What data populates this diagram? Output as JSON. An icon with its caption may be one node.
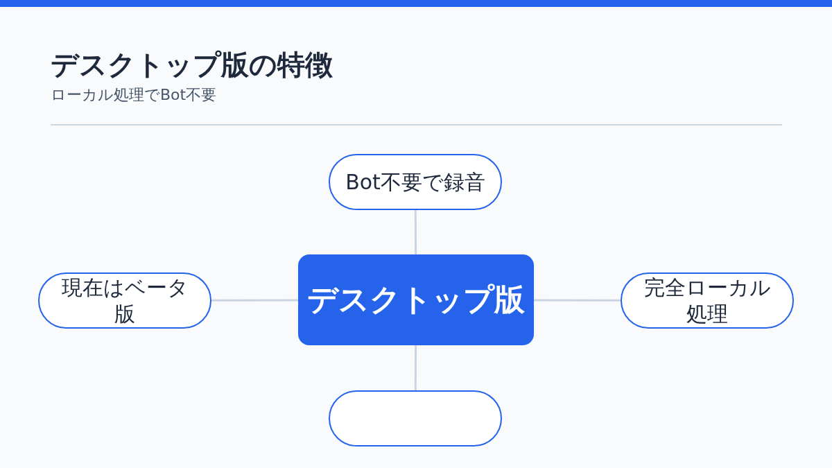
{
  "diagram": {
    "title": "デスクトップ版の特徴",
    "caption": "ローカル処理でBot不要",
    "nodes": [
      {
        "text": [
          "Bot不要で録音"
        ]
      },
      {
        "text": [
          "現在はベータ版"
        ]
      },
      {
        "text": [
          "デスクトップ版"
        ]
      },
      {
        "text": [
          "完全ローカル処理"
        ]
      },
      {
        "text": [],
        "shape": "box"
      }
    ],
    "edges": [
      {
        "from": 2,
        "to": 0,
        "arrow": "none"
      },
      {
        "from": 2,
        "to": 1,
        "arrow": "none"
      },
      {
        "from": 2,
        "to": 3,
        "arrow": "none"
      },
      {
        "from": 2,
        "to": 4,
        "arrow": "none"
      }
    ]
  }
}
